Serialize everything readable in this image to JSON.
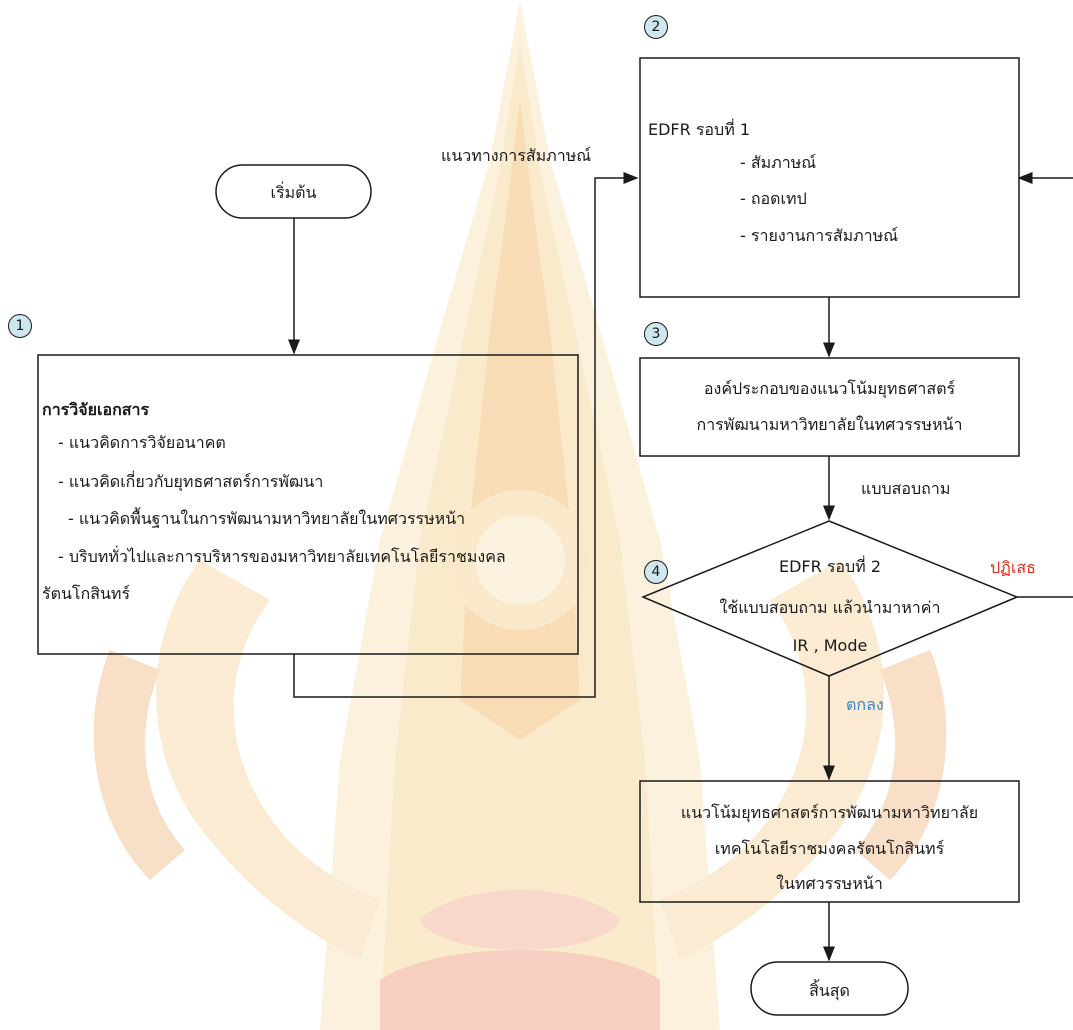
{
  "watermark": {
    "colors": [
      "#f3b766",
      "#f6d9a4",
      "#ee9c7a"
    ]
  },
  "nodes": {
    "start": {
      "label": "เริ่มต้น"
    },
    "end": {
      "label": "สิ้นสุด"
    },
    "step1": {
      "badge": "1",
      "title": "การวิจัยเอกสาร",
      "items": [
        "- แนวคิดการวิจัยอนาคต",
        "- แนวคิดเกี่ยวกับยุทธศาสตร์การพัฒนา",
        "- แนวคิดพื้นฐานในการพัฒนามหาวิทยาลัยในทศวรรษหน้า",
        "- บริบททั่วไปและการบริหารของมหาวิทยาลัยเทคโนโลยีราชมงคล",
        "รัตนโกสินทร์"
      ]
    },
    "step2": {
      "badge": "2",
      "title": "EDFR รอบที่ 1",
      "items": [
        "- สัมภาษณ์",
        "- ถอดเทป",
        "- รายงานการสัมภาษณ์"
      ]
    },
    "step3": {
      "badge": "3",
      "lines": [
        "องค์ประกอบของแนวโน้มยุทธศาสตร์",
        "การพัฒนามหาวิทยาลัยในทศวรรษหน้า"
      ]
    },
    "step4": {
      "badge": "4",
      "lines": [
        "EDFR รอบที่ 2",
        "ใช้แบบสอบถาม แล้วนำมาหาค่า",
        "IR , Mode"
      ]
    },
    "result": {
      "lines": [
        "แนวโน้มยุทธศาสตร์การพัฒนามหาวิทยาลัย",
        "เทคโนโลยีราชมงคลรัตนโกสินทร์",
        "ในทศวรรษหน้า"
      ]
    }
  },
  "edges": {
    "to_step2_label": "แนวทางการสัมภาษณ์",
    "to_step4_label": "แบบสอบถาม",
    "reject_label": "ปฏิเสธ",
    "accept_label": "ตกลง"
  },
  "colors": {
    "line": "#1a1a1a",
    "reject": "#e0301e",
    "accept": "#3a86c8",
    "badge_fill": "#cfe7ef"
  }
}
